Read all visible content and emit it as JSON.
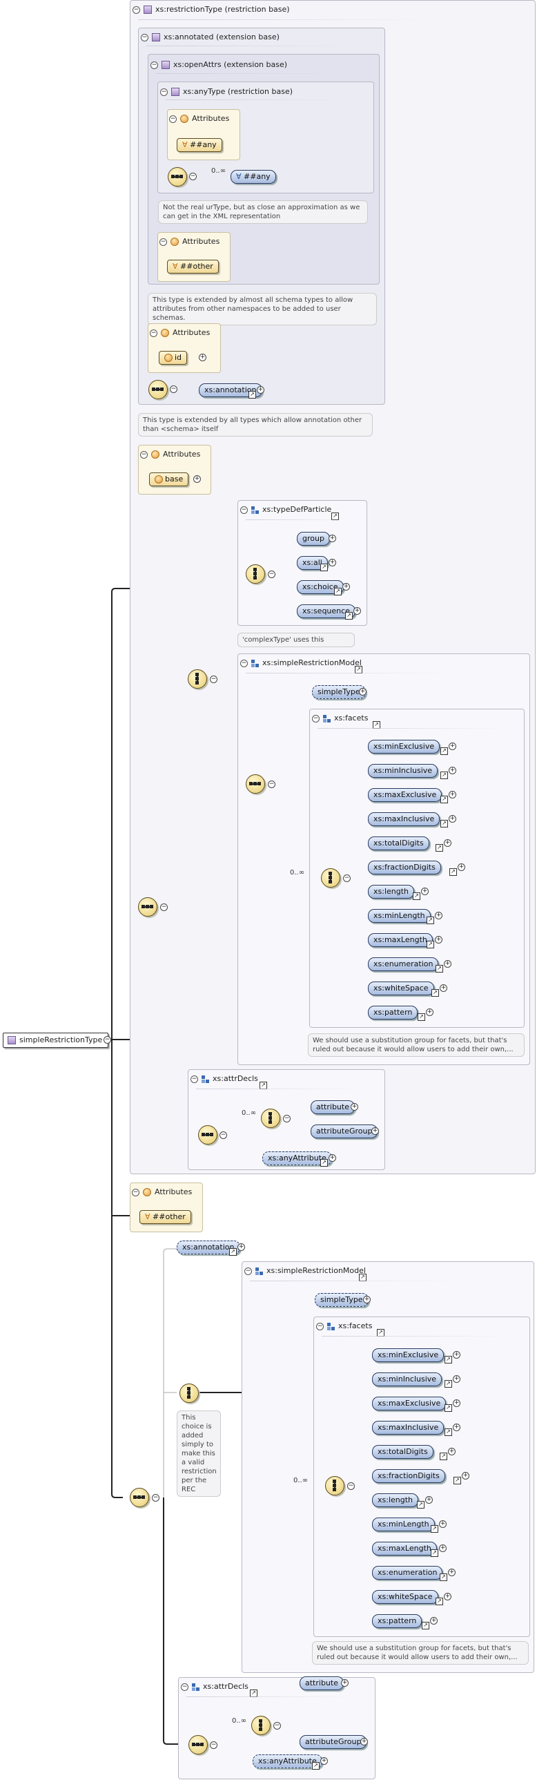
{
  "root": {
    "label": "simpleRestrictionType"
  },
  "restriction": {
    "header": "xs:restrictionType (restriction base)",
    "annotated": {
      "header": "xs:annotated (extension base)",
      "openAttrs": {
        "header": "xs:openAttrs (extension base)",
        "anyType": {
          "header": "xs:anyType (restriction base)",
          "attributes_title": "Attributes",
          "attr_any": "##any",
          "occurs": "0..∞",
          "element_any": "##any",
          "note": "Not the real urType, but as close an approximation as we can get in the XML representation"
        },
        "attributes_title": "Attributes",
        "attr_other": "##other",
        "note": "This type is extended by almost all schema types to allow attributes from other namespaces to be added to user schemas."
      },
      "attributes_title": "Attributes",
      "attr_id": "id",
      "annotation": "xs:annotation",
      "note": "This type is extended by all types which allow annotation other than <schema> itself"
    },
    "attributes_title": "Attributes",
    "attr_base": "base",
    "typeDefParticle": {
      "header": "xs:typeDefParticle",
      "items": [
        "group",
        "xs:all",
        "xs:choice",
        "xs:sequence"
      ],
      "note": "'complexType' uses this"
    },
    "simpleRestrictionModel": {
      "header": "xs:simpleRestrictionModel",
      "simpleType": "simpleType",
      "occurs": "0..∞",
      "facets_header": "xs:facets",
      "facets": [
        "xs:minExclusive",
        "xs:minInclusive",
        "xs:maxExclusive",
        "xs:maxInclusive",
        "xs:totalDigits",
        "xs:fractionDigits",
        "xs:length",
        "xs:minLength",
        "xs:maxLength",
        "xs:enumeration",
        "xs:whiteSpace",
        "xs:pattern"
      ],
      "note": "We should use a substitution group for facets, but that's ruled out because it would allow users to add their own,..."
    },
    "attrDecls": {
      "header": "xs:attrDecls",
      "occurs": "0..∞",
      "items": [
        "attribute",
        "attributeGroup"
      ],
      "anyAttribute": "xs:anyAttribute"
    }
  },
  "outer_attributes": {
    "title": "Attributes",
    "attr_other": "##other"
  },
  "bottom": {
    "annotation": "xs:annotation",
    "choice_note": "This choice is added simply to make this a valid restriction per the REC",
    "simpleRestrictionModel": {
      "header": "xs:simpleRestrictionModel",
      "simpleType": "simpleType",
      "occurs": "0..∞",
      "facets_header": "xs:facets",
      "facets": [
        "xs:minExclusive",
        "xs:minInclusive",
        "xs:maxExclusive",
        "xs:maxInclusive",
        "xs:totalDigits",
        "xs:fractionDigits",
        "xs:length",
        "xs:minLength",
        "xs:maxLength",
        "xs:enumeration",
        "xs:whiteSpace",
        "xs:pattern"
      ],
      "note": "We should use a substitution group for facets, but that's ruled out because it would allow users to add their own,..."
    },
    "attrDecls": {
      "header": "xs:attrDecls",
      "occurs": "0..∞",
      "items": [
        "attribute",
        "attributeGroup"
      ],
      "anyAttribute": "xs:anyAttribute"
    }
  }
}
